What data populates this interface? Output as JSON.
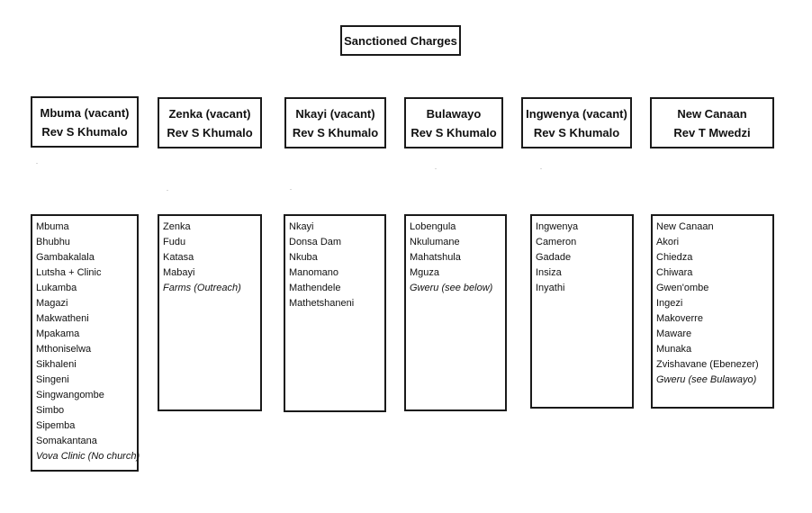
{
  "title": "Sanctioned Charges",
  "charges": [
    {
      "name": "Mbuma (vacant)",
      "minister": "Rev S Khumalo",
      "congregations": [
        {
          "text": "Mbuma",
          "italic": false
        },
        {
          "text": "Bhubhu",
          "italic": false
        },
        {
          "text": "Gambakalala",
          "italic": false
        },
        {
          "text": "Lutsha + Clinic",
          "italic": false
        },
        {
          "text": "Lukamba",
          "italic": false
        },
        {
          "text": "Magazi",
          "italic": false
        },
        {
          "text": "Makwatheni",
          "italic": false
        },
        {
          "text": "Mpakama",
          "italic": false
        },
        {
          "text": "Mthoniselwa",
          "italic": false
        },
        {
          "text": "Sikhaleni",
          "italic": false
        },
        {
          "text": "Singeni",
          "italic": false
        },
        {
          "text": "Singwangombe",
          "italic": false
        },
        {
          "text": "Simbo",
          "italic": false
        },
        {
          "text": "Sipemba",
          "italic": false
        },
        {
          "text": "Somakantana",
          "italic": false
        },
        {
          "text": "Vova Clinic (No church)",
          "italic": true
        }
      ]
    },
    {
      "name": "Zenka (vacant)",
      "minister": "Rev S Khumalo",
      "congregations": [
        {
          "text": "Zenka",
          "italic": false
        },
        {
          "text": "Fudu",
          "italic": false
        },
        {
          "text": "Katasa",
          "italic": false
        },
        {
          "text": "Mabayi",
          "italic": false
        },
        {
          "text": "Farms (Outreach)",
          "italic": true
        }
      ]
    },
    {
      "name": "Nkayi (vacant)",
      "minister": "Rev S Khumalo",
      "congregations": [
        {
          "text": "Nkayi",
          "italic": false
        },
        {
          "text": "Donsa Dam",
          "italic": false
        },
        {
          "text": "Nkuba",
          "italic": false
        },
        {
          "text": "Manomano",
          "italic": false
        },
        {
          "text": "Mathendele",
          "italic": false
        },
        {
          "text": "Mathetshaneni",
          "italic": false
        }
      ]
    },
    {
      "name": "Bulawayo",
      "minister": "Rev S Khumalo",
      "congregations": [
        {
          "text": "Lobengula",
          "italic": false
        },
        {
          "text": "Nkulumane",
          "italic": false
        },
        {
          "text": "Mahatshula",
          "italic": false
        },
        {
          "text": "Mguza",
          "italic": false
        },
        {
          "text": "Gweru (see below)",
          "italic": true
        }
      ]
    },
    {
      "name": "Ingwenya (vacant)",
      "minister": "Rev S Khumalo",
      "congregations": [
        {
          "text": "Ingwenya",
          "italic": false
        },
        {
          "text": "Cameron",
          "italic": false
        },
        {
          "text": "Gadade",
          "italic": false
        },
        {
          "text": "Insiza",
          "italic": false
        },
        {
          "text": "Inyathi",
          "italic": false
        }
      ]
    },
    {
      "name": "New Canaan",
      "minister": "Rev T Mwedzi",
      "congregations": [
        {
          "text": "New Canaan",
          "italic": false
        },
        {
          "text": "Akori",
          "italic": false
        },
        {
          "text": "Chiedza",
          "italic": false
        },
        {
          "text": "Chiwara",
          "italic": false
        },
        {
          "text": "Gwen'ombe",
          "italic": false
        },
        {
          "text": "Ingezi",
          "italic": false
        },
        {
          "text": "Makoverre",
          "italic": false
        },
        {
          "text": "Maware",
          "italic": false
        },
        {
          "text": "Munaka",
          "italic": false
        },
        {
          "text": "Zvishavane (Ebenezer)",
          "italic": false
        },
        {
          "text": "Gweru (see Bulawayo)",
          "italic": true
        }
      ]
    }
  ]
}
